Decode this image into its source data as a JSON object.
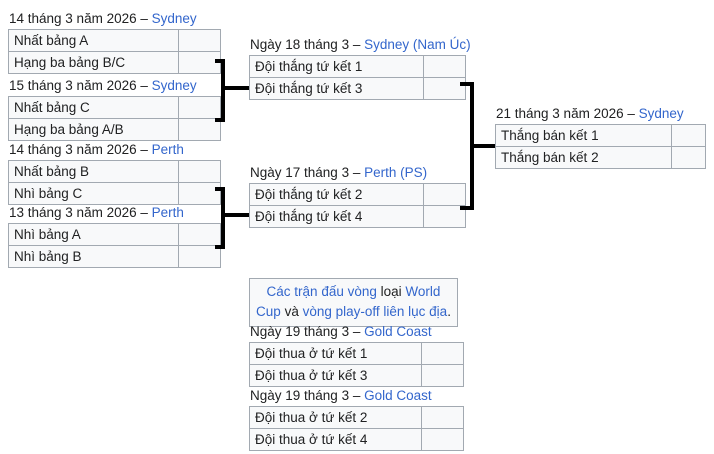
{
  "bracket": {
    "quarterfinals": [
      {
        "date": "14 tháng 3 năm 2026",
        "separator": "–",
        "venue": "Sydney",
        "team1": "Nhất bảng A",
        "score1": "",
        "team2": "Hạng ba bảng B/C",
        "score2": ""
      },
      {
        "date": "15 tháng 3 năm 2026",
        "separator": "–",
        "venue": "Sydney",
        "team1": "Nhất bảng C",
        "score1": "",
        "team2": "Hạng ba bảng A/B",
        "score2": ""
      },
      {
        "date": "14 tháng 3 năm 2026",
        "separator": "–",
        "venue": "Perth",
        "team1": "Nhất bảng B",
        "score1": "",
        "team2": "Nhì bảng C",
        "score2": ""
      },
      {
        "date": "13 tháng 3 năm 2026",
        "separator": "–",
        "venue": "Perth",
        "team1": "Nhì bảng A",
        "score1": "",
        "team2": "Nhì bảng B",
        "score2": ""
      }
    ],
    "semifinals": [
      {
        "date": "Ngày 18 tháng 3",
        "separator": "–",
        "venue": "Sydney (Nam Úc)",
        "team1": "Đội thắng tứ kết 1",
        "score1": "",
        "team2": "Đội thắng tứ kết 3",
        "score2": ""
      },
      {
        "date": "Ngày 17 tháng 3",
        "separator": "–",
        "venue": "Perth (PS)",
        "team1": "Đội thắng tứ kết 2",
        "score1": "",
        "team2": "Đội thắng tứ kết 4",
        "score2": ""
      }
    ],
    "final": {
      "date": "21 tháng 3 năm 2026",
      "separator": "–",
      "venue": "Sydney",
      "team1": "Thắng bán kết 1",
      "score1": "",
      "team2": "Thắng bán kết 2",
      "score2": ""
    },
    "playoff": {
      "note": {
        "part1": "Các trận đấu vòng",
        "part2": "loại",
        "part3": "World Cup",
        "part4": "và",
        "part5": "vòng play-off liên lục địa",
        "part6": "."
      },
      "matches": [
        {
          "date": "Ngày 19 tháng 3",
          "separator": "–",
          "venue": "Gold Coast",
          "team1": "Đội thua ở tứ kết 1",
          "score1": "",
          "team2": "Đội thua ở tứ kết 3",
          "score2": ""
        },
        {
          "date": "Ngày 19 tháng 3",
          "separator": "–",
          "venue": "Gold Coast",
          "team1": "Đội thua ở tứ kết 2",
          "score1": "",
          "team2": "Đội thua ở tứ kết 4",
          "score2": ""
        }
      ]
    }
  },
  "colors": {
    "link": "#3366cc",
    "text": "#202122",
    "cell_bg": "#f8f9fa",
    "cell_border": "#a2a9b1",
    "connector": "#000000"
  }
}
